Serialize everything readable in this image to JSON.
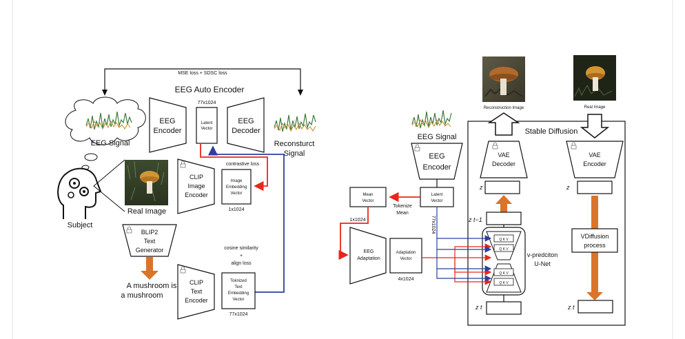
{
  "left": {
    "mse_label": "MSE loss + SDSC loss",
    "autoencoder_title": "EEG Auto Encoder",
    "latent_dim": "77x1024",
    "eeg_encoder": [
      "EEG",
      "Encoder"
    ],
    "latent_vector": [
      "Latent",
      "Vector"
    ],
    "eeg_decoder": [
      "EEG",
      "Decoder"
    ],
    "eeg_signal": "EEG Signal",
    "reconstruct_signal": [
      "Reconsturct",
      "Signal"
    ],
    "contrastive_loss": "contrastive loss",
    "clip_image_encoder": [
      "CLIP",
      "Image",
      "Encoder"
    ],
    "image_embedding": [
      "Image",
      "Embedding",
      "Vector"
    ],
    "image_embedding_dim": "1x1024",
    "real_image": "Real Image",
    "subject": "Subject",
    "blip2": [
      "BLIP2",
      "Text",
      "Generator"
    ],
    "cosine": [
      "cosine similarity",
      "+",
      "align loss"
    ],
    "caption": [
      "A mushroom is",
      "a mushroom"
    ],
    "clip_text_encoder": [
      "CLIP",
      "Text",
      "Encoder"
    ],
    "text_embedding": [
      "Toknized",
      "Text",
      "Embedding",
      "Vector"
    ],
    "text_embedding_dim": "77x1024"
  },
  "right": {
    "reconstruction_image": "Reconstruction Image",
    "real_image": "Real Image",
    "stable_diffusion": "Stable Diffusion",
    "eeg_signal": "EEG Signal",
    "eeg_encoder": [
      "EEG",
      "Encoder"
    ],
    "vae_decoder": [
      "VAE",
      "Decoder"
    ],
    "vae_encoder": [
      "VAE",
      "Encoder"
    ],
    "z": "z",
    "mean_vector": [
      "Mean",
      "Vector"
    ],
    "latent_vector": [
      "Latent",
      "Vector"
    ],
    "tokenize_mean": [
      "Tokenize",
      "Mean"
    ],
    "dim_1x1024": "1x1024",
    "dim_77x1024": "77x1024",
    "z_t_minus_1": "z t−1",
    "eeg_adaptation": [
      "EEG",
      "Adaptation"
    ],
    "adaptation_vector": [
      "Adaptation",
      "Vector"
    ],
    "adaptation_dim": "4x1024",
    "qkv": "Q K V",
    "unet": [
      "v-predciton",
      "U-Net"
    ],
    "vdiffusion": [
      "VDiffusion",
      "process"
    ],
    "z_t": "z t"
  }
}
